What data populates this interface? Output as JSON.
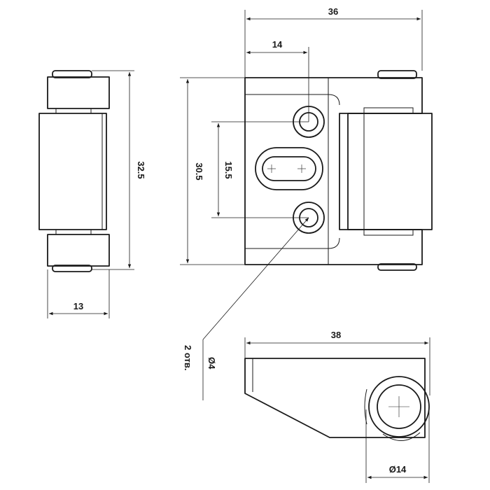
{
  "drawing": {
    "dimensions": {
      "side_height": "32.5",
      "side_width": "13",
      "front_width": "36",
      "hole_offset": "14",
      "front_height": "30.5",
      "hole_spacing": "15.5",
      "top_length": "38",
      "knuckle_diameter": "Ø14",
      "hole_diameter": "Ø4",
      "hole_count_note": "2 отв."
    }
  }
}
